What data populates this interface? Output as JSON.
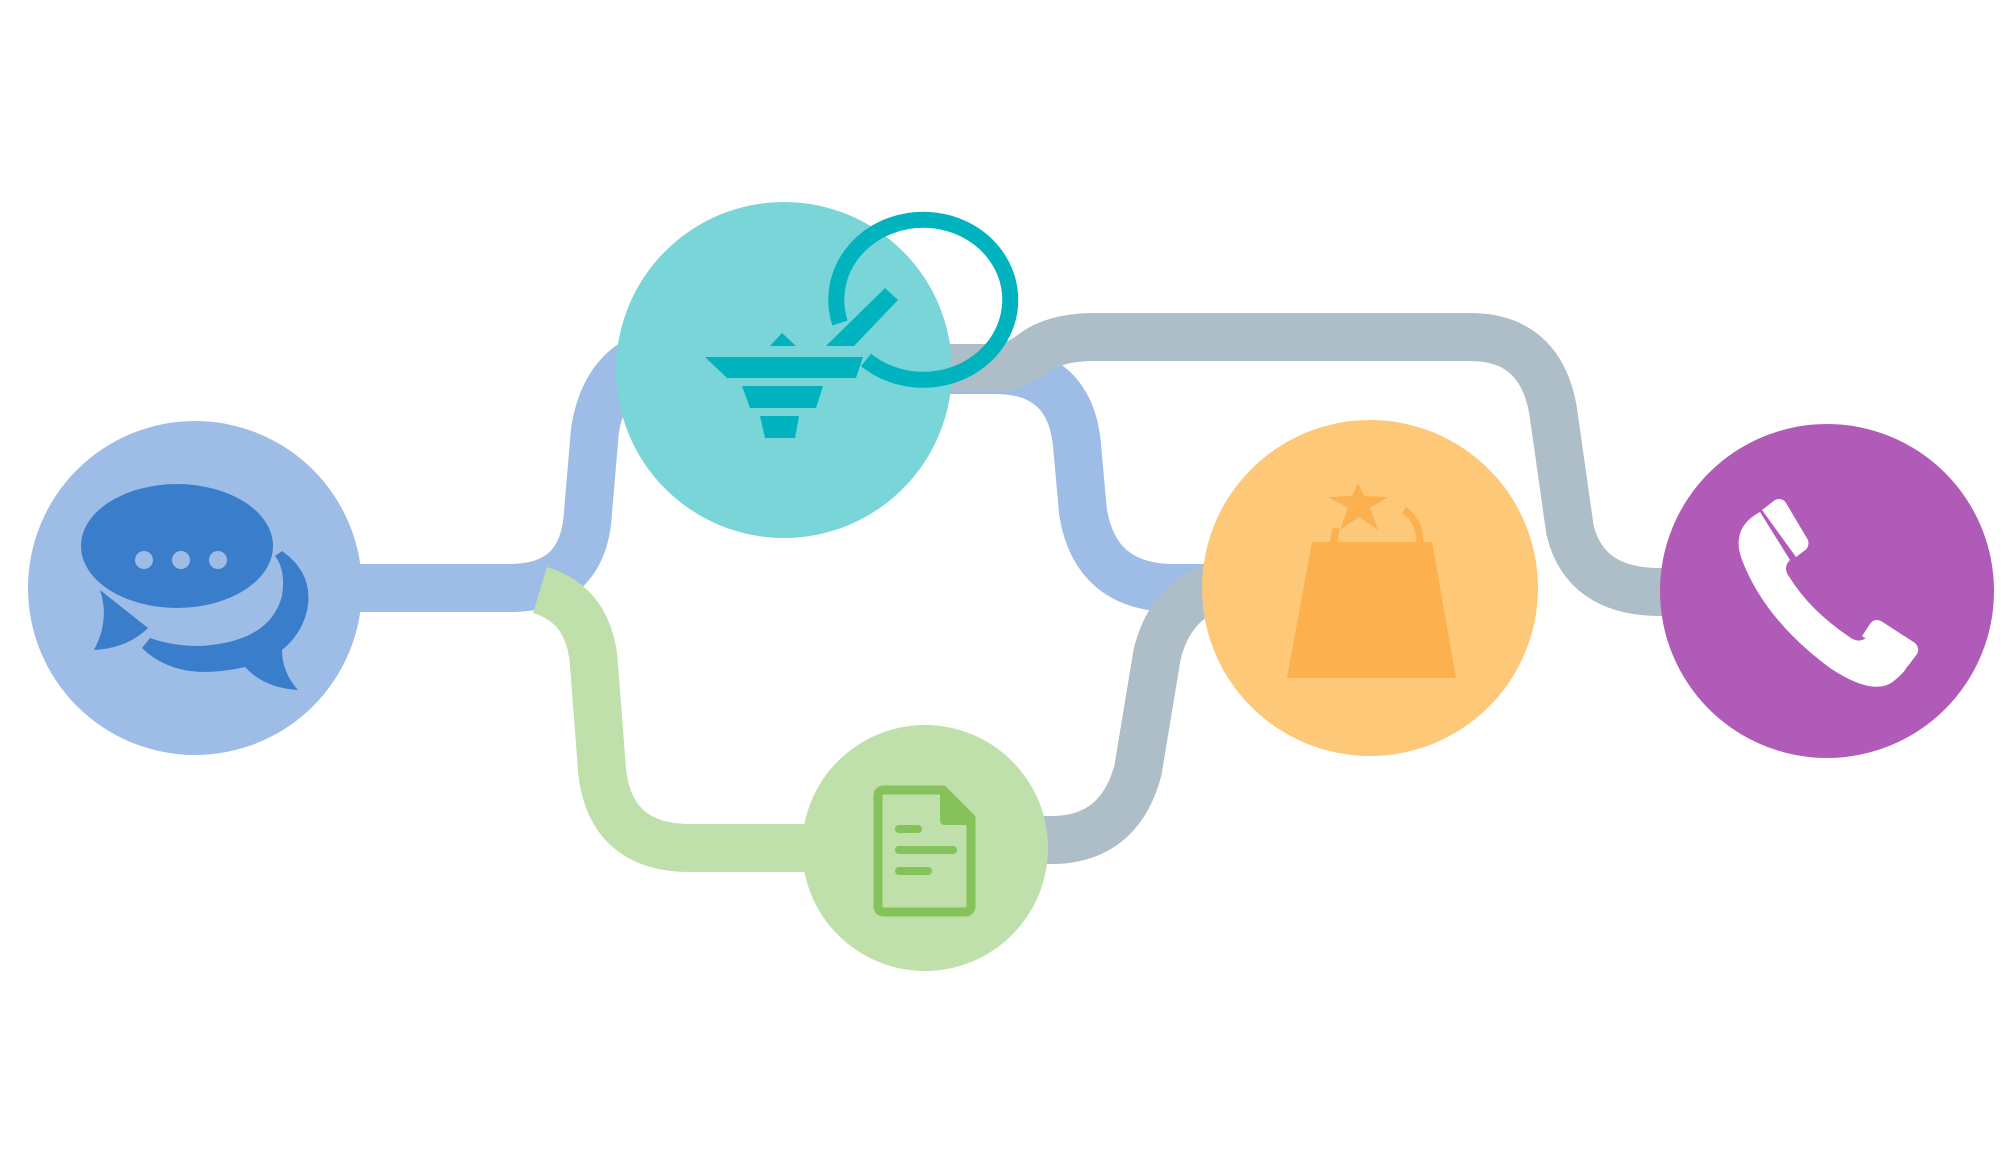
{
  "colors": {
    "background": "#ffffff",
    "path_blue": "#9dbde6",
    "path_green": "#bfe0aa",
    "path_gray": "#adbec8",
    "chat_circle": "#9dbde6",
    "chat_icon": "#3a7ecb",
    "funnel_circle": "#7ad5d8",
    "funnel_icon": "#00b3bf",
    "document_circle": "#bfe0aa",
    "document_icon": "#86c25a",
    "bag_circle": "#fdc878",
    "bag_icon": "#fcb04e",
    "phone_circle": "#b05bb8",
    "phone_icon": "#ffffff"
  },
  "nodes": [
    {
      "id": "chat",
      "icon": "chat-bubbles-icon"
    },
    {
      "id": "funnel",
      "icon": "funnel-cycle-icon"
    },
    {
      "id": "document",
      "icon": "document-icon"
    },
    {
      "id": "bag",
      "icon": "shopping-bag-star-icon"
    },
    {
      "id": "phone",
      "icon": "phone-handset-icon"
    }
  ],
  "connectors": [
    {
      "from": "chat",
      "to": "funnel",
      "color": "blue"
    },
    {
      "from": "chat",
      "to": "document",
      "color": "green"
    },
    {
      "from": "funnel",
      "to": "bag",
      "color": "blue"
    },
    {
      "from": "funnel",
      "to": "phone",
      "color": "gray"
    },
    {
      "from": "document",
      "to": "bag",
      "color": "gray"
    }
  ]
}
